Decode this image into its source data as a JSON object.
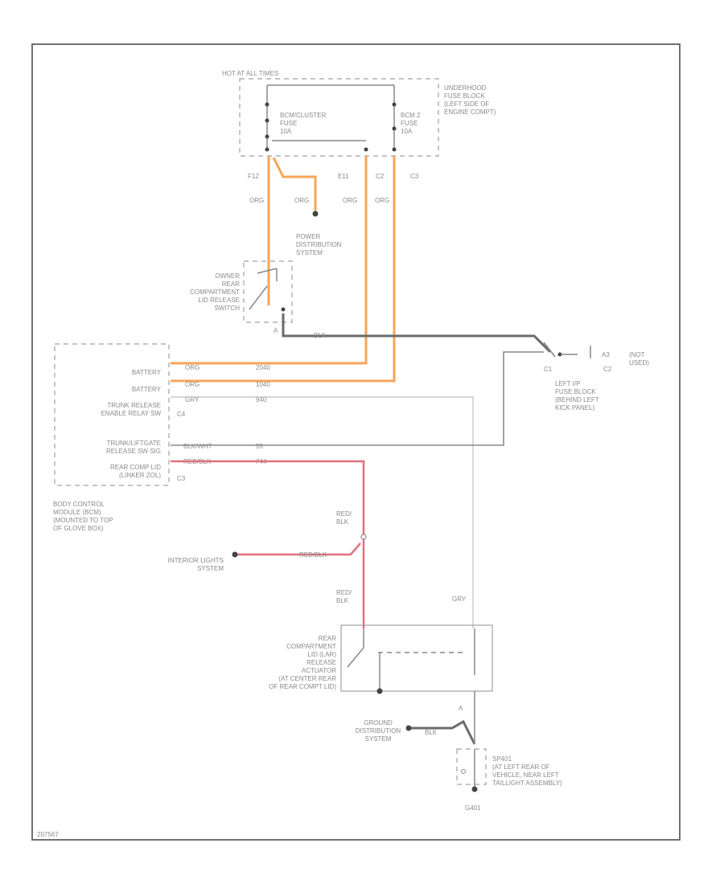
{
  "diagram": {
    "fuse_block_label": "HOT AT ALL TIMES",
    "underhood_fuse_block": "UNDERHOOD\nFUSE BLOCK\n(LEFT SIDE OF\nENGINE COMPT)",
    "bcm_cluster_fuse": "BCM/CLUSTER\nFUSE\n10A",
    "bcm2_fuse": "BCM 2\nFUSE\n10A",
    "conn_f12": "F12",
    "conn_e11": "E11",
    "conn_c2a": "C2",
    "conn_c3": "C3",
    "wire_org1": "ORG",
    "wire_org2": "ORG",
    "wire_org3": "ORG",
    "wire_org4": "ORG",
    "power_distribution": "POWER\nDISTRIBUTION\nSYSTEM",
    "owner_switch": "OWNER\nREAR\nCOMPARTMENT\nLID RELEASE\nSWITCH",
    "pin_a": "A",
    "wire_blk": "BLK",
    "left_ip_fuse_block": "LEFT I/P\nFUSE BLOCK\n(BEHIND LEFT\nKICK PANEL)",
    "conn_c1": "C1",
    "conn_c2b": "C2",
    "conn_a3": "A3",
    "not_used": "(NOT\nUSED)",
    "battery1": "BATTERY",
    "battery2": "BATTERY",
    "trunk_release_enable": "TRUNK RELEASE\nENABLE RELAY SW",
    "conn_c4": "C4",
    "trunk_liftgate_release": "TRUNK/LIFTGATE\nRELEASE SW SIG",
    "rear_comp_lid": "REAR COMP LID\n(LINKER ZOL)",
    "conn_c3b": "C3",
    "bcm_label": "BODY CONTROL\nMODULE (BCM)\n(MOUNTED TO TOP\nOF GLOVE BOX)",
    "pin_row1": "ORG",
    "pin_row2": "ORG",
    "pin_row3": "GRY",
    "pin_row4": "BLK/WHT",
    "pin_row5": "RED/BLK",
    "circ_row1": "2040",
    "circ_row2": "1040",
    "circ_row3": "940",
    "circ_row4": "55",
    "circ_row5": "744",
    "red_blk_label1": "RED/\nBLK",
    "interior_lights": "INTERIOR LIGHTS\nSYSTEM",
    "red_blk_wire": "RED/BLK",
    "red_blk_label2": "RED/\nBLK",
    "gry_label": "GRY",
    "rear_actuator": "REAR\nCOMPARTMENT\nLID (LAR)\nRELEASE\nACTUATOR\n(AT CENTER REAR\nOF REAR COMPT LID)",
    "ground_distribution": "GROUND\nDISTRIBUTION\nSYSTEM",
    "wire_blk2": "BLK",
    "splice": "SP401\n(AT LEFT REAR OF\nVEHICLE, NEAR LEFT\nTAILLIGHT ASSEMBLY)",
    "ground_id": "G401",
    "pin_a2": "A",
    "figure_id": "207567"
  }
}
